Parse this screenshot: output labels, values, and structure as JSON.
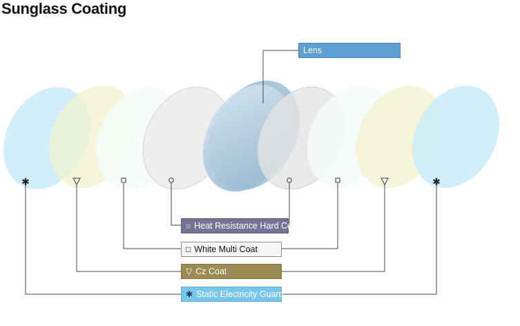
{
  "title": "Sunglass Coating",
  "lens_label": "Lens",
  "coatings": [
    {
      "label": "Heat Resistance Hard Coat",
      "symbol": "○",
      "symbol_name": "circle-icon",
      "color": "#757494"
    },
    {
      "label": "White Multi Coat",
      "symbol": "□",
      "symbol_name": "square-icon",
      "color": "#f7f7f7"
    },
    {
      "label": "Cz Coat",
      "symbol": "▽",
      "symbol_name": "triangle-icon",
      "color": "#9b8c53"
    },
    {
      "label": "Static Electricity Guard",
      "symbol": "✱",
      "symbol_name": "asterisk-icon",
      "color": "#76c7ea"
    }
  ],
  "marker_symbols": {
    "asterisk": "✱",
    "triangle": "▽"
  }
}
